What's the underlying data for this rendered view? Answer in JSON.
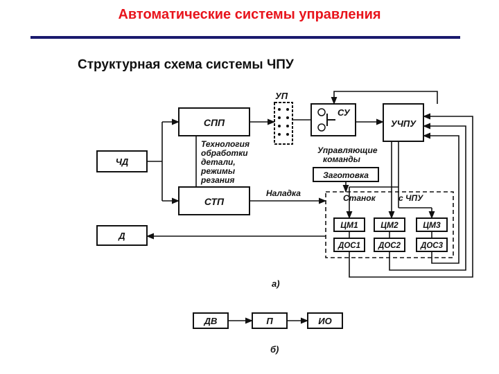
{
  "header": {
    "title": "Автоматические системы управления",
    "subtitle": "Структурная схема системы ЧПУ",
    "title_color": "#e8141c",
    "rule_color": "#1a1a6e"
  },
  "diagram_a": {
    "blocks": {
      "spp": "СПП",
      "stp": "СТП",
      "chd": "ЧД",
      "d": "Д",
      "su": "СУ",
      "uchpu": "УЧПУ",
      "zagotovka": "Заготовка",
      "cm1": "ЦМ1",
      "cm2": "ЦМ2",
      "cm3": "ЦМ3",
      "dos1": "ДОС1",
      "dos2": "ДОС2",
      "dos3": "ДОС3"
    },
    "labels": {
      "up": "УП",
      "tech_1": "Технология",
      "tech_2": "обработки",
      "tech_3": "детали,",
      "tech_4": "режимы",
      "tech_5": "резания",
      "commands_1": "Управляющие",
      "commands_2": "команды",
      "naladka": "Наладка",
      "machine_1": "Станок",
      "machine_2": "с ЧПУ",
      "caption": "а)"
    }
  },
  "diagram_b": {
    "blocks": {
      "dv": "ДВ",
      "p": "П",
      "io": "ИО"
    },
    "caption": "б)"
  }
}
